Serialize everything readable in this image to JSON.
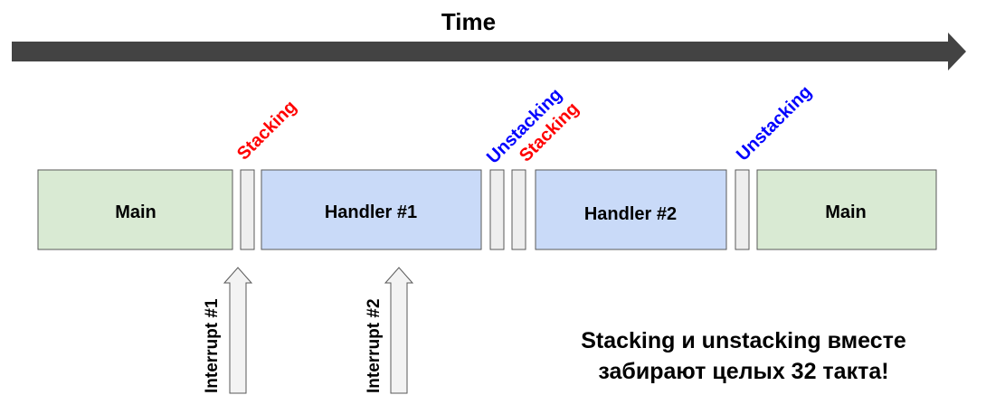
{
  "time_label": "Time",
  "blocks": {
    "main1": "Main",
    "handler1": "Handler #1",
    "handler2": "Handler #2",
    "main2": "Main"
  },
  "phase_labels": {
    "stacking1": "Stacking",
    "unstacking1": "Unstacking",
    "stacking2": "Stacking",
    "unstacking2": "Unstacking"
  },
  "interrupts": {
    "int1": "Interrupt #1",
    "int2": "Interrupt #2"
  },
  "caption": {
    "line1": "Stacking и unstacking вместе",
    "line2": "забирают целых 32 такта!"
  },
  "colors": {
    "main_fill": "#d9ead3",
    "handler_fill": "#c9daf8",
    "slot_fill": "#eeeeee",
    "stacking_text": "#ff0000",
    "unstacking_text": "#0000ff",
    "arrow_fill": "#434343"
  }
}
